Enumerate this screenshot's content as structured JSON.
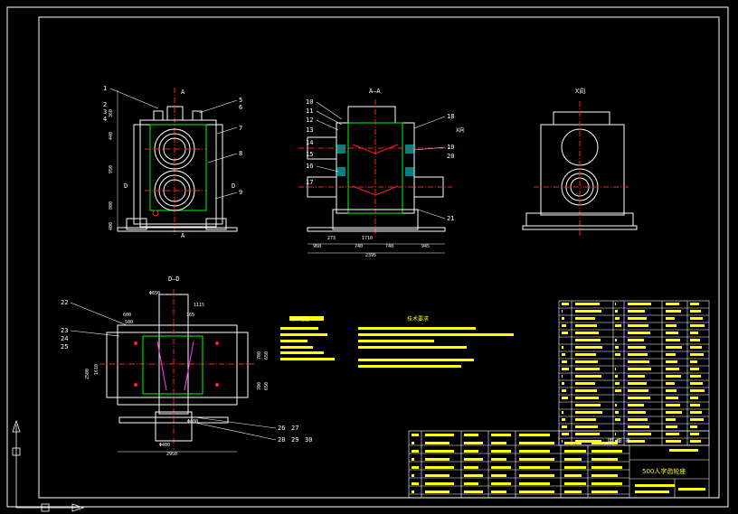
{
  "colors": {
    "bg": "#000000",
    "line": "#ffffff",
    "green": "#00ff00",
    "red": "#ff2020",
    "yellow": "#ffff00",
    "cyan": "#00ffff",
    "magenta": "#ff40ff",
    "blue": "#4060ff"
  },
  "views": {
    "section_aa": "A—A",
    "view_x": "X向",
    "section_dd": "D—D",
    "arrow_a": "A",
    "arrow_d": "D",
    "x_dir": "X向"
  },
  "balloons_front": [
    "1",
    "2",
    "3",
    "4",
    "5",
    "6",
    "7",
    "8",
    "9"
  ],
  "balloons_aa_left": [
    "10",
    "11",
    "12",
    "13",
    "14",
    "15",
    "16",
    "17"
  ],
  "balloons_aa_right": [
    "18",
    "19",
    "20",
    "21"
  ],
  "balloons_dd_left": [
    "22",
    "23",
    "24",
    "25"
  ],
  "balloons_dd_bottom": [
    "26",
    "27",
    "28",
    "29",
    "30"
  ],
  "dims_aa": [
    "273",
    "1710",
    "740",
    "740",
    "945",
    "960",
    "2395"
  ],
  "dims_front": [
    "440",
    "360",
    "950",
    "800",
    "400"
  ],
  "dims_dd": [
    "600",
    "500",
    "1115",
    "Φ650",
    "365",
    "2500",
    "1610",
    "700",
    "650",
    "700",
    "650",
    "Φ400",
    "2950",
    "Φ400"
  ],
  "notes_left_title": "技术性能",
  "notes_right_title": "技术要求",
  "parts_table_title": "明 细 表",
  "drawing_title": "500人字齿轮座"
}
